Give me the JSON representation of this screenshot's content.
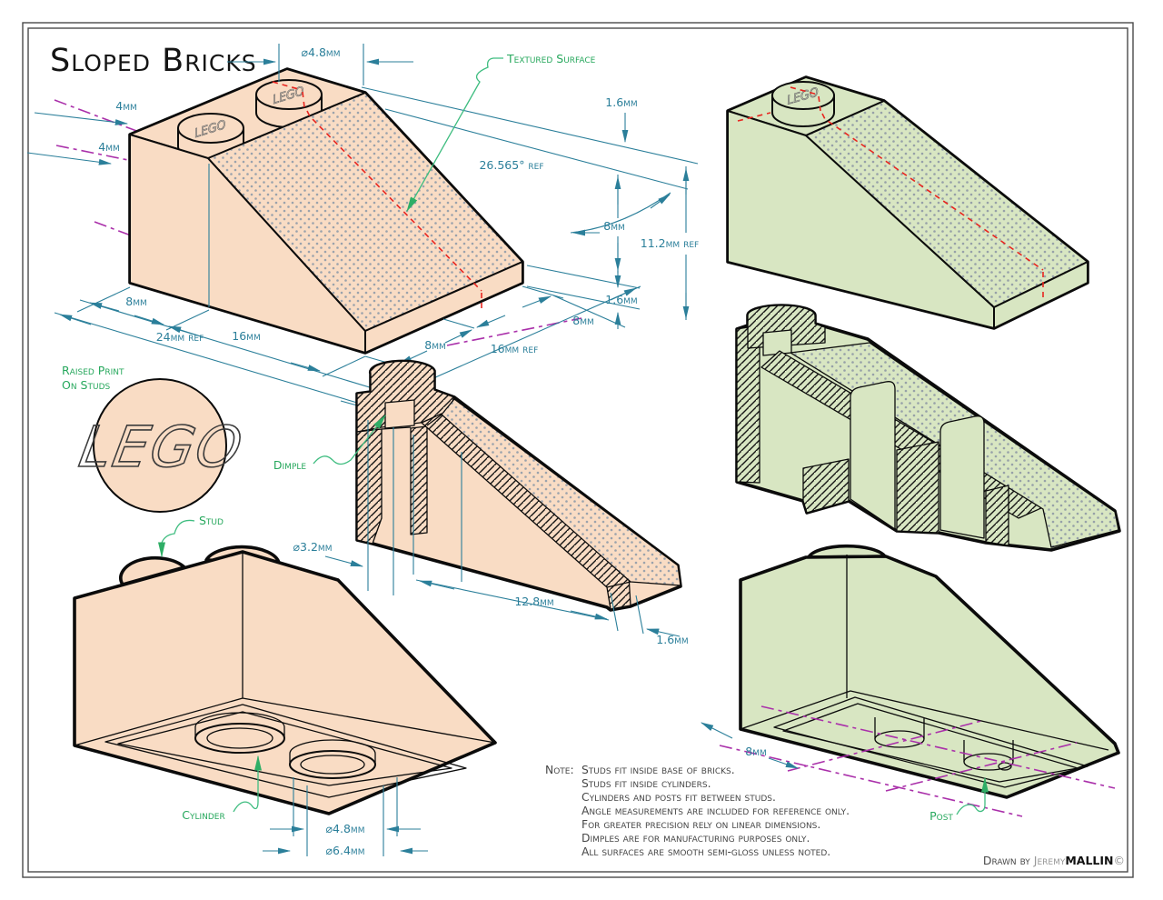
{
  "title": "Sloped Bricks",
  "colors": {
    "brick_peach": "#f9dcc4",
    "brick_green": "#d8e6c2",
    "dimension_teal": "#2b7f9a",
    "callout_green": "#27a85d",
    "centerline_magenta": "#aa30aa",
    "cutline_red": "#e8251f"
  },
  "callouts": {
    "textured_surface": "Textured Surface",
    "raised_print_1": "Raised Print",
    "raised_print_2": "On Studs",
    "dimple": "Dimple",
    "stud": "Stud",
    "cylinder": "Cylinder",
    "post": "Post",
    "lego": "LEGO"
  },
  "dims": {
    "fig1": {
      "dia_stud": "⌀4.8mm",
      "offset_a": "4mm",
      "offset_b": "4mm",
      "base_left": "8mm",
      "base_total": "24mm ref",
      "slope_run": "16mm",
      "width_a": "8mm",
      "width_total": "16mm ref",
      "width_b": "8mm",
      "lip_top": "1.6mm",
      "rise": "8mm",
      "height_total": "11.2mm ref",
      "lip_bottom": "1.6mm",
      "angle": "26.565° ref"
    },
    "fig3": {
      "dia_dimple": "⌀3.2mm",
      "hollow_len": "12.8mm",
      "wall": "1.6mm"
    },
    "fig5": {
      "dia_inner": "⌀4.8mm",
      "dia_outer": "⌀6.4mm"
    },
    "fig6": {
      "post_spacing": "8mm"
    }
  },
  "note": {
    "prefix": "Note:",
    "lines": [
      "Studs fit inside base of bricks.",
      "Studs fit inside cylinders.",
      "Cylinders and posts fit between studs.",
      "Angle measurements are included for reference only.",
      "For greater precision rely on linear dimensions.",
      "Dimples are for manufacturing purposes only.",
      "All surfaces are smooth semi-gloss unless noted."
    ]
  },
  "signature": {
    "drawn_by": "Drawn by ",
    "first": "Jeremy",
    "last": "MALLIN",
    "copyright": "©"
  }
}
